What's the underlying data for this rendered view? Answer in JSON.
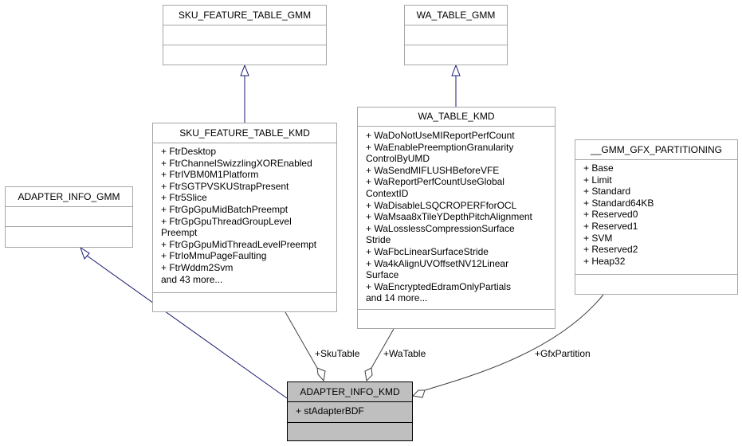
{
  "classes": {
    "sku_gmm": {
      "name": "SKU_FEATURE_TABLE_GMM"
    },
    "wa_gmm": {
      "name": "WA_TABLE_GMM"
    },
    "adapter_gmm": {
      "name": "ADAPTER_INFO_GMM"
    },
    "sku_kmd": {
      "name": "SKU_FEATURE_TABLE_KMD",
      "attributes": [
        "+ FtrDesktop",
        "+ FtrChannelSwizzlingXOREnabled",
        "+ FtrIVBM0M1Platform",
        "+ FtrSGTPVSKUStrapPresent",
        "+ Ftr5Slice",
        "+ FtrGpGpuMidBatchPreempt",
        "+ FtrGpGpuThreadGroupLevel",
        "Preempt",
        "+ FtrGpGpuMidThreadLevelPreempt",
        "+ FtrIoMmuPageFaulting",
        "+ FtrWddm2Svm",
        "and 43 more..."
      ]
    },
    "wa_kmd": {
      "name": "WA_TABLE_KMD",
      "attributes": [
        "+ WaDoNotUseMIReportPerfCount",
        "+ WaEnablePreemptionGranularity",
        "ControlByUMD",
        "+ WaSendMIFLUSHBeforeVFE",
        "+ WaReportPerfCountUseGlobal",
        "ContextID",
        "+ WaDisableLSQCROPERFforOCL",
        "+ WaMsaa8xTileYDepthPitchAlignment",
        "+ WaLosslessCompressionSurface",
        "Stride",
        "+ WaFbcLinearSurfaceStride",
        "+ Wa4kAlignUVOffsetNV12Linear",
        "Surface",
        "+ WaEncryptedEdramOnlyPartials",
        "and 14 more..."
      ]
    },
    "gfx_part": {
      "name": "__GMM_GFX_PARTITIONING",
      "attributes": [
        "+ Base",
        "+ Limit",
        "+ Standard",
        "+ Standard64KB",
        "+ Reserved0",
        "+ Reserved1",
        "+ SVM",
        "+ Reserved2",
        "+ Heap32"
      ]
    },
    "adapter_kmd": {
      "name": "ADAPTER_INFO_KMD",
      "attributes": [
        "+ stAdapterBDF"
      ]
    }
  },
  "edges": {
    "sku_table": "+SkuTable",
    "wa_table": "+WaTable",
    "gfx_partition": "+GfxPartition"
  },
  "colors": {
    "inheritance": "#191970",
    "composition": "#404040",
    "focus_fill": "#bfbfbf",
    "box_border": "#a6a6a6"
  }
}
